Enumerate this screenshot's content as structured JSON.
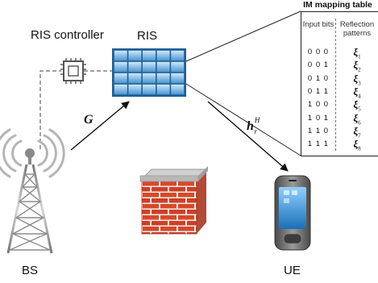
{
  "labels": {
    "ris_controller": "RIS controller",
    "ris": "RIS",
    "bs": "BS",
    "ue": "UE",
    "channel_g": "G",
    "channel_h": "h",
    "channel_h_sup": "H",
    "channel_h_sub": "r"
  },
  "table": {
    "title": "IM mapping table",
    "col_bits": "Input bits",
    "col_patterns": "Reflection patterns",
    "rows": [
      {
        "bits": "0 0 0",
        "pattern": "ξ",
        "index": "1"
      },
      {
        "bits": "0 0 1",
        "pattern": "ξ",
        "index": "2"
      },
      {
        "bits": "0 1 0",
        "pattern": "ξ",
        "index": "3"
      },
      {
        "bits": "0 1 1",
        "pattern": "ξ",
        "index": "4"
      },
      {
        "bits": "1 0 0",
        "pattern": "ξ",
        "index": "5"
      },
      {
        "bits": "1 0 1",
        "pattern": "ξ",
        "index": "6"
      },
      {
        "bits": "1 1 0",
        "pattern": "ξ",
        "index": "7"
      },
      {
        "bits": "1 1 1",
        "pattern": "ξ",
        "index": "8"
      }
    ]
  },
  "colors": {
    "ris_cell_top": "#bfe0f7",
    "ris_cell_bottom": "#4a95d0",
    "ris_border": "#1f5f96",
    "brick": "#d9472b",
    "wall_cap": "#a8a8a8",
    "tower": "#9a9a9a",
    "phone_body": "#6f6f6f",
    "phone_screen": "#2f8fd6"
  },
  "icons": [
    "chip-icon",
    "ris-panel-icon",
    "base-station-icon",
    "firewall-icon",
    "smartphone-icon"
  ]
}
